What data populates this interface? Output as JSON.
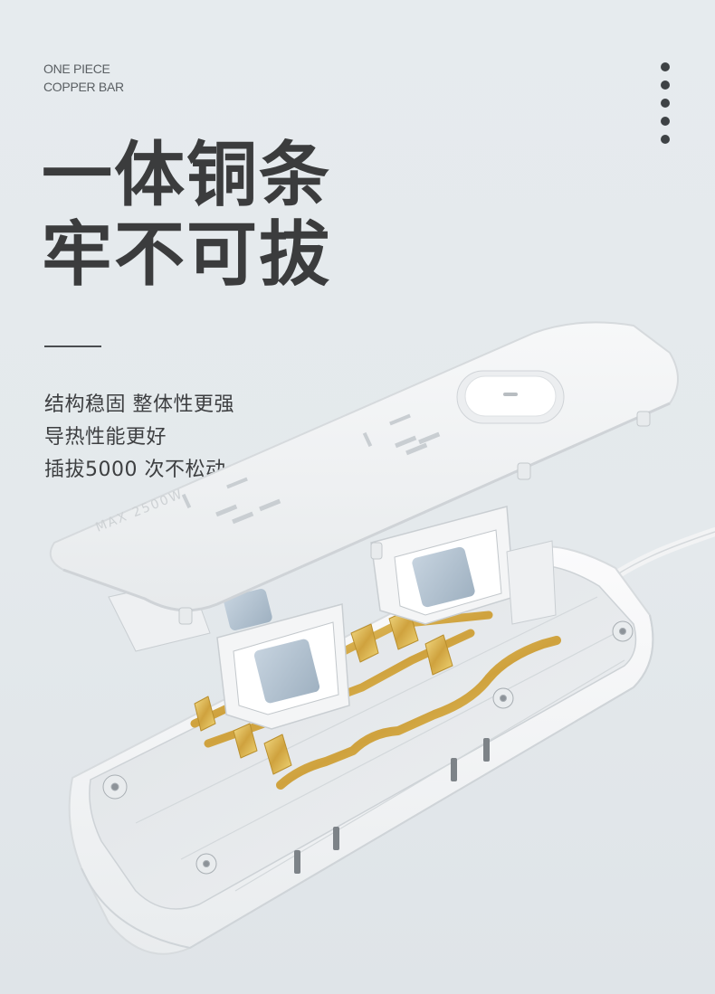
{
  "header": {
    "eyebrow_line1": "ONE PIECE",
    "eyebrow_line2": "COPPER BAR",
    "headline_line1": "一体铜条",
    "headline_line2": "牢不可拔"
  },
  "features": [
    "结构稳固 整体性更强",
    "导热性能更好",
    "插拔5000 次不松动"
  ],
  "product": {
    "rating_mark": "MAX 2500W"
  },
  "colors": {
    "background": "#e5eaed",
    "headline": "#3b3c3d",
    "copper": "#d9b955",
    "housing": "#f6f7f8"
  }
}
